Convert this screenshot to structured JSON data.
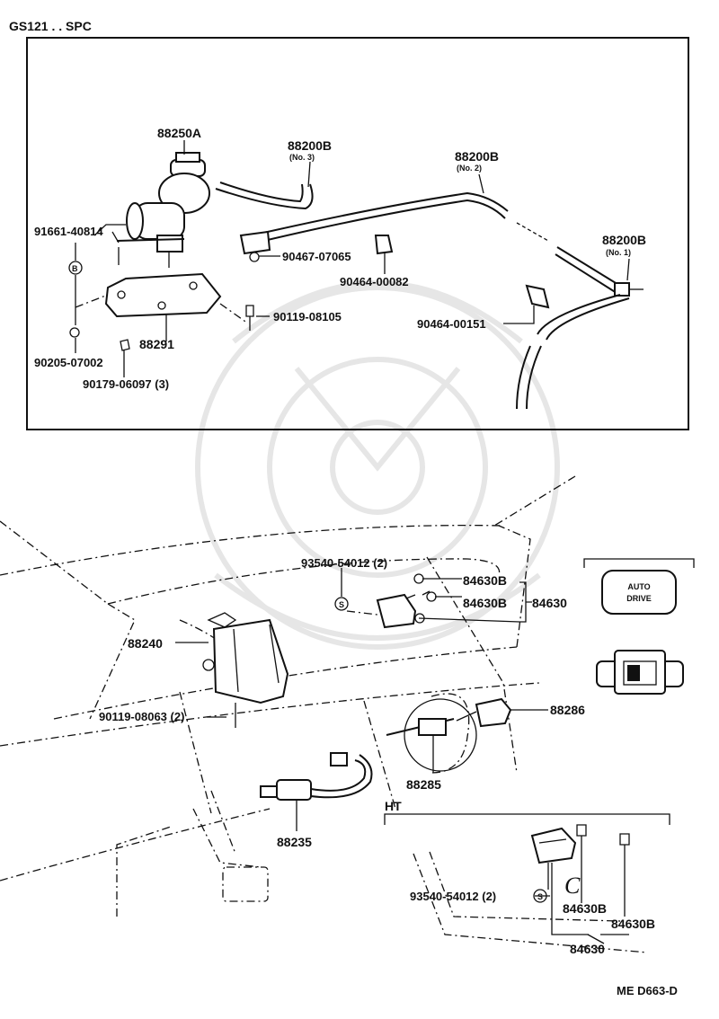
{
  "header": {
    "model_code": "GS121 . . SPC",
    "ref_code": "ME  D663-D"
  },
  "top_panel": {
    "parts": {
      "actuator": "88250A",
      "hose_no3": "88200B",
      "hose_no3_sub": "(No. 3)",
      "hose_no2": "88200B",
      "hose_no2_sub": "(No. 2)",
      "hose_no1": "88200B",
      "hose_no1_sub": "(No. 1)",
      "bolt_left": "91661-40814",
      "bolt_left_marker": "B",
      "clamp_a": "90467-07065",
      "clip_a": "90464-00082",
      "clip_b": "90464-00151",
      "bolt_b": "90119-08105",
      "bracket": "88291",
      "washer": "90205-07002",
      "nut": "90179-06097 (3)"
    }
  },
  "bottom_panel": {
    "parts": {
      "screw_main": "93540-54012 (2)",
      "screw_marker": "S",
      "switch_b1": "84630B",
      "switch_b2": "84630B",
      "switch_set": "84630",
      "computer": "88240",
      "bolt_computer": "90119-08063 (2)",
      "indicator": "88286",
      "clutch_switch": "88285",
      "stop_switch": "88235"
    },
    "auto_drive": {
      "line1": "AUTO",
      "line2": "DRIVE"
    },
    "ht_inset": {
      "title": "HT",
      "screw": "93540-54012 (2)",
      "screw_marker": "S",
      "letter": "C",
      "switch_b1": "84630B",
      "switch_b2": "84630B",
      "switch_set": "84630"
    }
  }
}
